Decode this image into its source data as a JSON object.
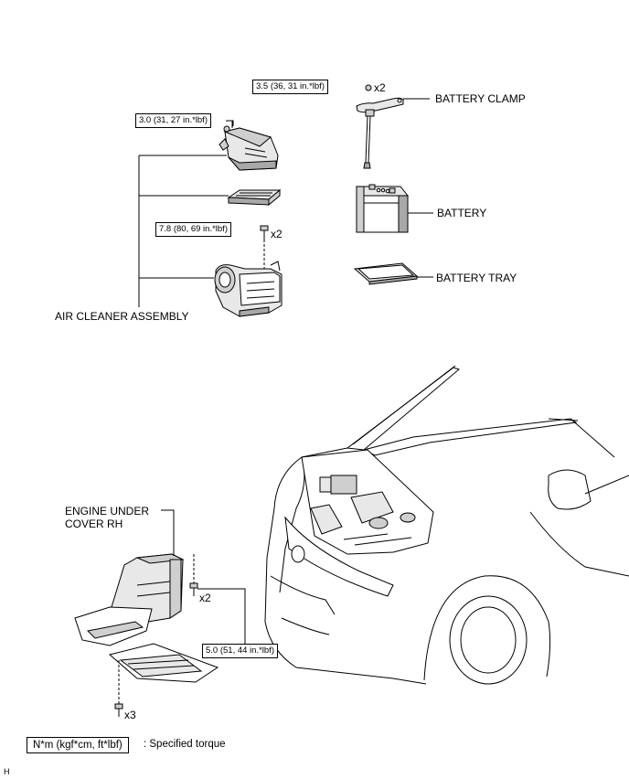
{
  "labels": {
    "battery_clamp": "BATTERY CLAMP",
    "battery": "BATTERY",
    "battery_tray": "BATTERY TRAY",
    "air_cleaner_assembly": "AIR CLEANER ASSEMBLY",
    "engine_under_cover_line1": "ENGINE UNDER",
    "engine_under_cover_line2": "COVER RH"
  },
  "torques": {
    "battery_clamp_nut": "3.5 (36, 31 in.*lbf)",
    "air_cleaner_cap": "3.0 (31, 27 in.*lbf)",
    "air_cleaner_case_bolt": "7.8 (80, 69 in.*lbf)",
    "under_cover_bolt": "5.0 (51, 44 in.*lbf)"
  },
  "quantities": {
    "battery_clamp_nut": "x2",
    "air_cleaner_case_bolt": "x2",
    "under_cover_bolt_upper": "x2",
    "under_cover_bolt_lower": "x3"
  },
  "legend": {
    "unit_box": "N*m (kgf*cm, ft*lbf)",
    "description": ": Specified torque"
  },
  "corner_mark": "H",
  "colors": {
    "ink": "#000000",
    "paper": "#ffffff",
    "fill_light": "#e8e8e8",
    "fill_mid": "#cfcfcf",
    "fill_dark": "#a8a8a8"
  }
}
